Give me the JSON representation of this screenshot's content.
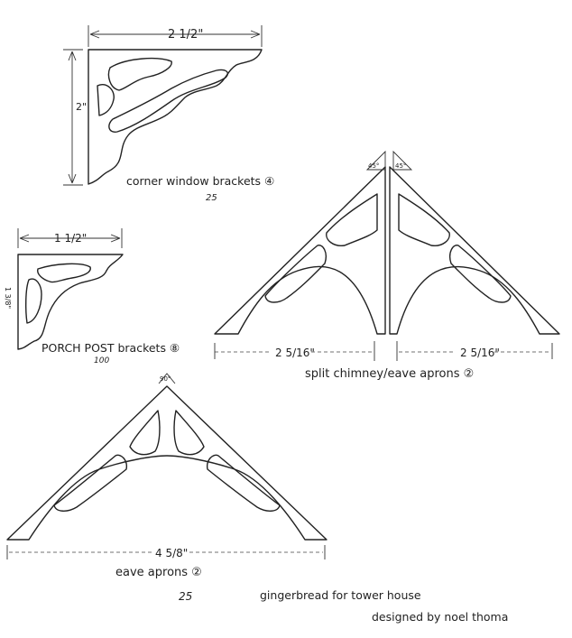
{
  "corner_bracket": {
    "width_dim": "2 1/2\"",
    "height_dim": "2\"",
    "label": "corner window brackets ④",
    "count_note": "25"
  },
  "porch_bracket": {
    "width_dim": "1 1/2\"",
    "height_dim": "1 3/8\"",
    "label": "PORCH POST brackets ⑧",
    "count_note": "100"
  },
  "split_apron": {
    "left_angle": "45°",
    "right_angle": "45°",
    "left_dim": "2 5/16\"",
    "right_dim": "2 5/16\"",
    "label": "split chimney/eave aprons ②"
  },
  "eave_apron": {
    "angle": "90°",
    "width_dim": "4 5/8\"",
    "label": "eave aprons ②",
    "count_note": "25"
  },
  "footer": {
    "title": "gingerbread for tower house",
    "credit": "designed by noel thoma"
  }
}
